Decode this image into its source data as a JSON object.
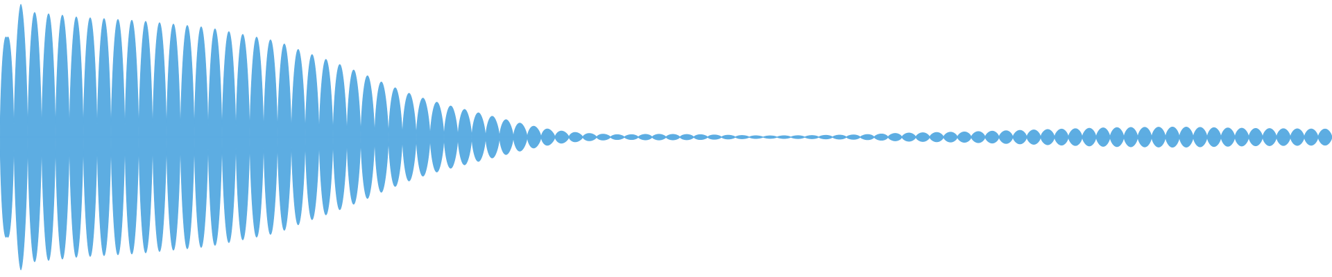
{
  "chart_data": {
    "type": "area",
    "description_free": true,
    "title": "",
    "xlabel": "",
    "ylabel": "",
    "grid": false,
    "legend": "none",
    "ylim": [
      -1,
      1
    ],
    "series": [
      {
        "color": "#5dade2",
        "cycles": 96,
        "envelope_x": [
          0,
          0.5,
          1,
          1.5,
          2,
          3,
          4,
          5,
          10,
          15,
          20,
          22,
          24,
          26,
          28,
          30,
          32,
          34,
          36,
          38,
          40,
          42,
          44,
          45,
          47,
          50,
          55,
          58,
          60,
          62,
          65,
          70,
          75,
          80,
          85,
          90,
          95,
          96
        ],
        "envelope_y": [
          0.88,
          0.72,
          0.88,
          0.97,
          0.92,
          0.9,
          0.9,
          0.88,
          0.85,
          0.8,
          0.7,
          0.62,
          0.55,
          0.47,
          0.38,
          0.3,
          0.24,
          0.19,
          0.14,
          0.09,
          0.05,
          0.03,
          0.02,
          0.018,
          0.022,
          0.02,
          0.01,
          0.012,
          0.015,
          0.018,
          0.03,
          0.04,
          0.055,
          0.07,
          0.075,
          0.065,
          0.06,
          0.06
        ]
      }
    ]
  }
}
